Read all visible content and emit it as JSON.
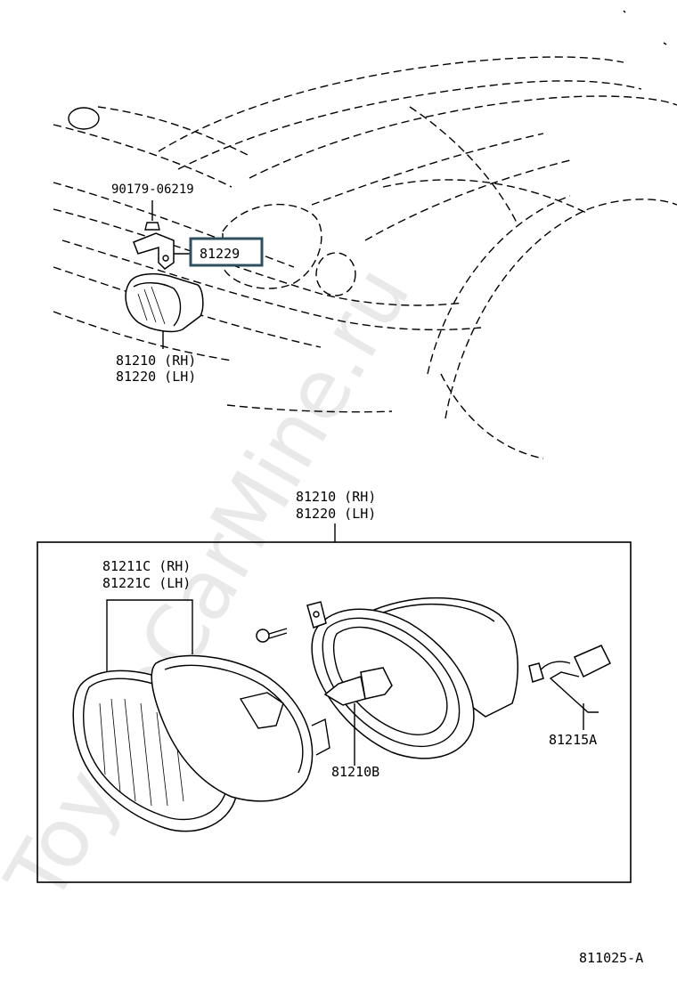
{
  "labels": {
    "screw_top": "90179-06219",
    "bracket": "81229",
    "lamp_top_rh": "81210 (RH)",
    "lamp_top_lh": "81220 (LH)",
    "assembly_rh": "81210 (RH)",
    "assembly_lh": "81220 (LH)",
    "lens_rh": "81211C (RH)",
    "lens_lh": "81221C (LH)",
    "bulb": "81210B",
    "socket": "81215A",
    "diagram_code": "811025-A"
  },
  "watermark": "ToyotaCarMine.ru",
  "colors": {
    "line": "#000000",
    "highlight_border": "#2f4f5f",
    "watermark": "#cfcfcf"
  }
}
